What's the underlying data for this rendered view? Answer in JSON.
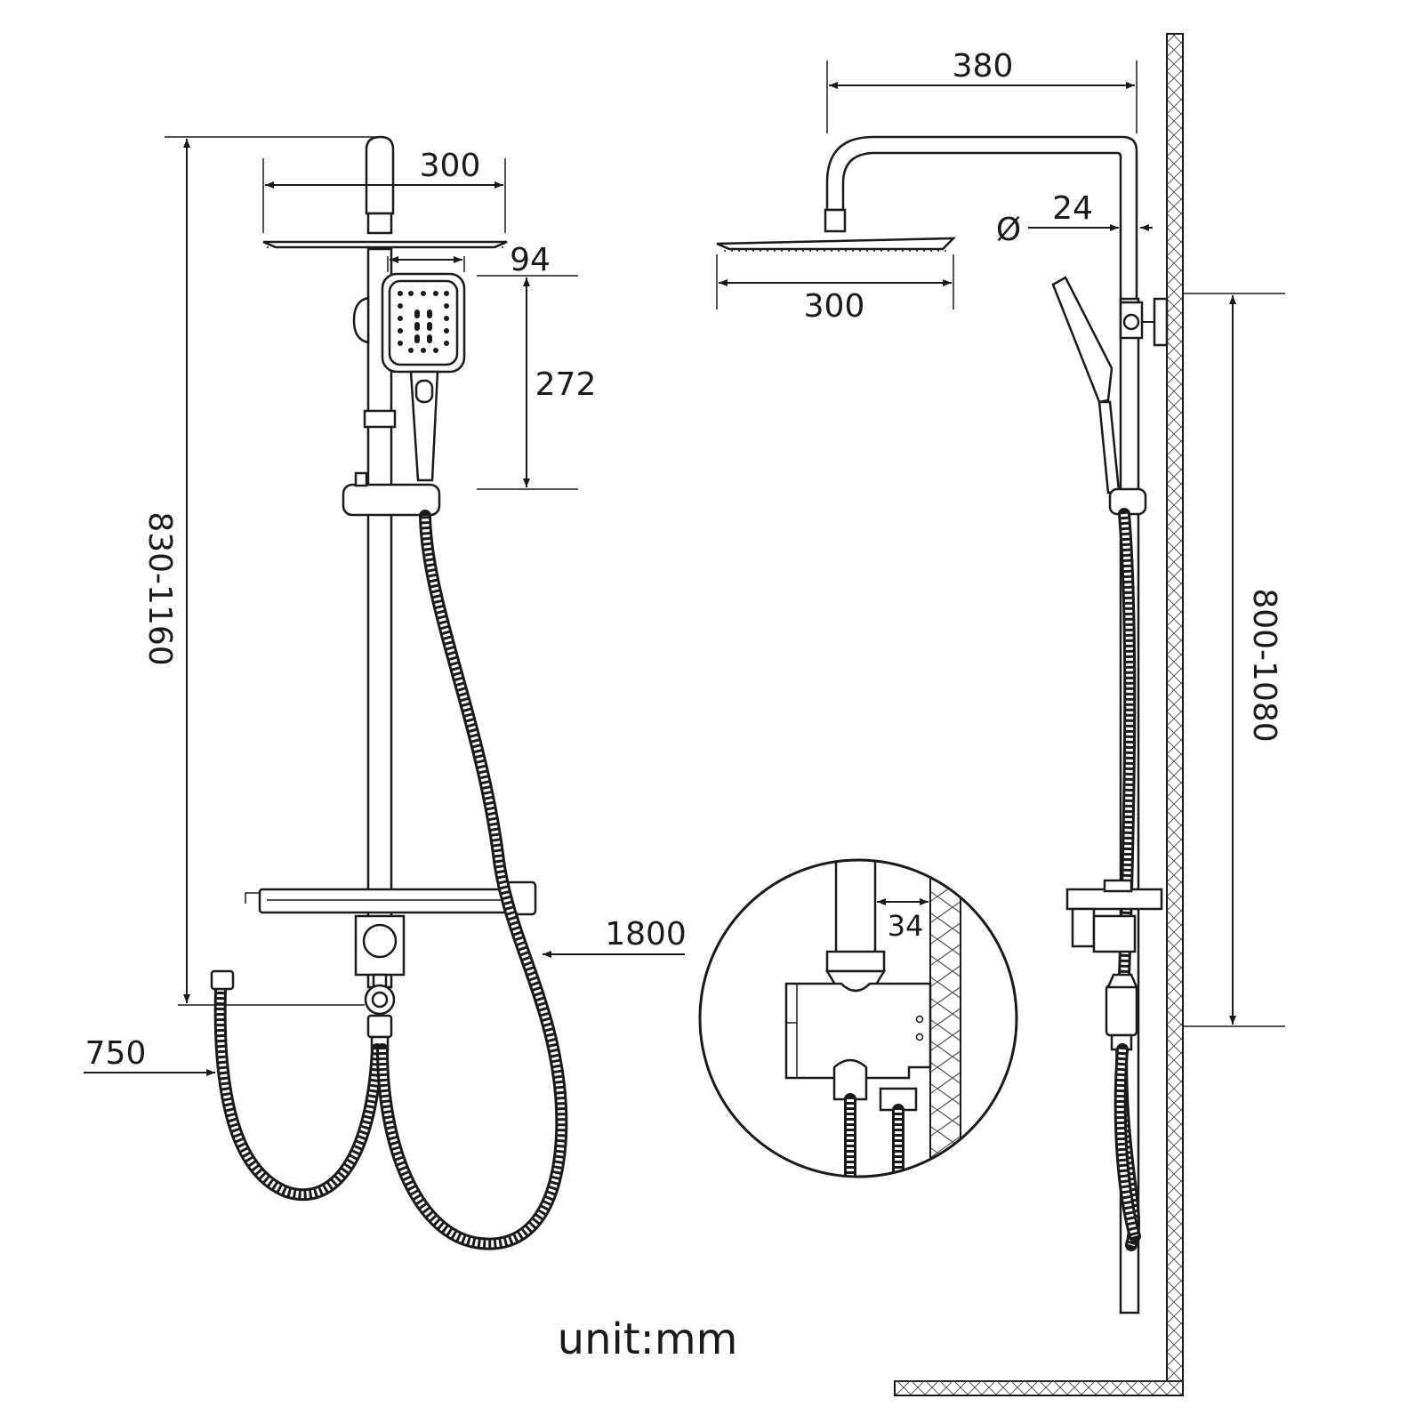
{
  "front_view": {
    "rain_head_width": "300",
    "hand_shower_width": "94",
    "hand_shower_height": "272",
    "total_height": "830-1160",
    "shower_hose_length": "1800",
    "inlet_hose_length": "750"
  },
  "side_view": {
    "arm_reach": "380",
    "rail_diameter_symbol": "Ø",
    "rail_diameter": "24",
    "rain_head_width": "300",
    "rail_height_range": "800-1080"
  },
  "detail_view": {
    "wall_gap": "34"
  },
  "unit_label": "unit:mm"
}
